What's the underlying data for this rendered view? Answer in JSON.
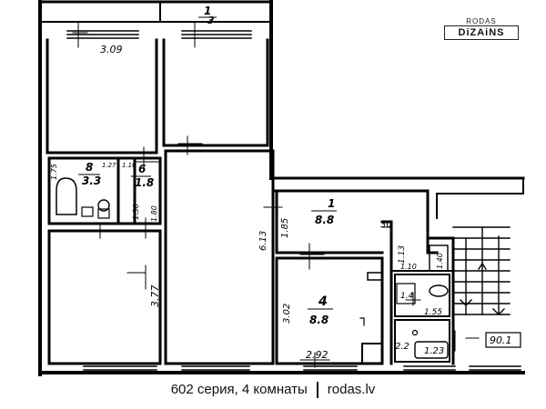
{
  "brand": {
    "top": "RODAS",
    "name": "DiZAiNS"
  },
  "caption": {
    "series": "602 серия, 4 комнаты",
    "site": "rodas.lv"
  },
  "rooms": {
    "room_1": {
      "number": "1",
      "area": "8.8"
    },
    "room_4": {
      "number": "4",
      "area": "8.8"
    },
    "room_6": {
      "number": "6",
      "area": "1.8"
    },
    "room_8": {
      "number": "8",
      "area": "3.3"
    },
    "room_top": {
      "number": "1",
      "area": "3"
    }
  },
  "dims": {
    "d_309": "3.09",
    "d_175": "1.75",
    "d_127": "1.27",
    "d_110a": "1.10",
    "d_130": "1.30",
    "d_180": "1.80",
    "d_613": "6.13",
    "d_185": "1.85",
    "d_377": "3.77",
    "d_302": "3.02",
    "d_292": "2.92",
    "d_30": "30",
    "d_113": "1.13",
    "d_110b": "1.10",
    "d_140": "1.40",
    "d_155": "1.55",
    "d_22": "2.2",
    "d_123": "1.23",
    "d_901": "90.1",
    "d_14": "1.4"
  }
}
